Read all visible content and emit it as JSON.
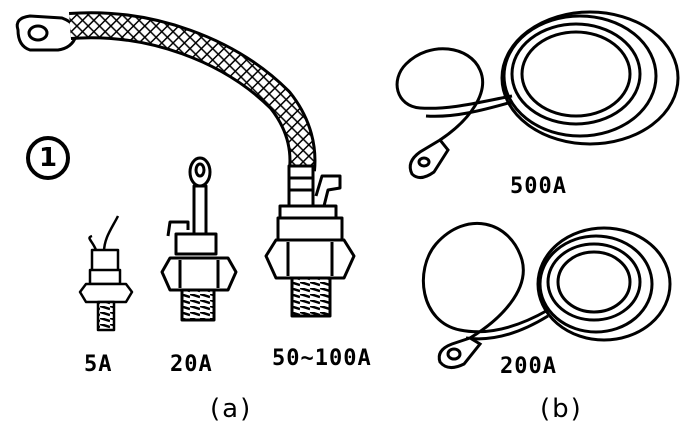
{
  "diagram": {
    "marker": "1",
    "devices": [
      {
        "label": "5A"
      },
      {
        "label": "20A"
      },
      {
        "label": "50~100A"
      },
      {
        "label": "500A"
      },
      {
        "label": "200A"
      }
    ],
    "captions": {
      "a": "(a)",
      "b": "(b)"
    },
    "colors": {
      "ink": "#000000",
      "paper": "#ffffff"
    }
  }
}
